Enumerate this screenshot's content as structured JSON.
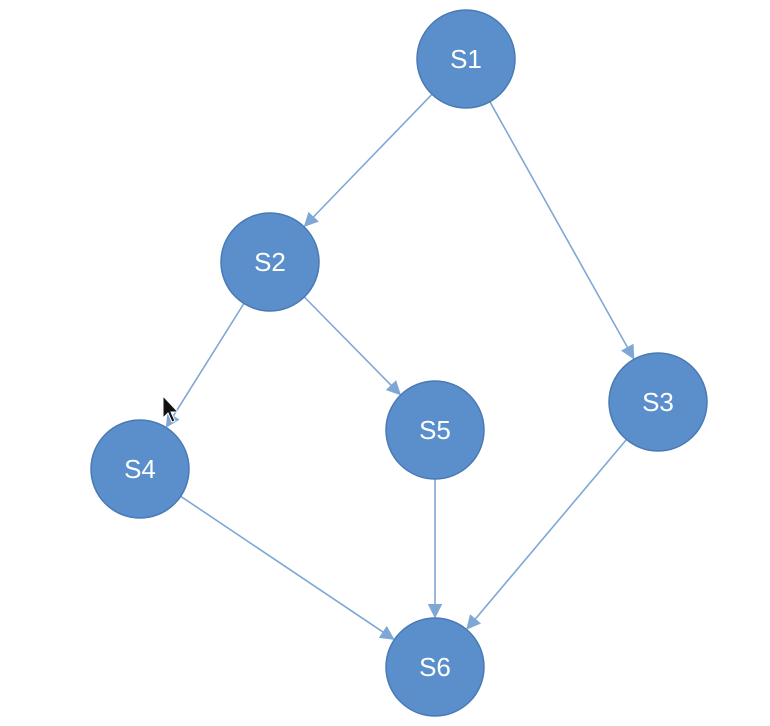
{
  "diagram": {
    "nodes": [
      {
        "id": "S1",
        "label": "S1"
      },
      {
        "id": "S2",
        "label": "S2"
      },
      {
        "id": "S3",
        "label": "S3"
      },
      {
        "id": "S4",
        "label": "S4"
      },
      {
        "id": "S5",
        "label": "S5"
      },
      {
        "id": "S6",
        "label": "S6"
      }
    ],
    "edges": [
      {
        "from": "S1",
        "to": "S2"
      },
      {
        "from": "S1",
        "to": "S3"
      },
      {
        "from": "S2",
        "to": "S4"
      },
      {
        "from": "S2",
        "to": "S5"
      },
      {
        "from": "S4",
        "to": "S6"
      },
      {
        "from": "S5",
        "to": "S6"
      },
      {
        "from": "S3",
        "to": "S6"
      }
    ]
  },
  "colors": {
    "node_fill": "#5b8fcc",
    "node_stroke": "#4a7ab5",
    "edge": "#7fa7d6",
    "label": "#ffffff"
  },
  "icons": {
    "cursor": "mouse-pointer-icon"
  }
}
